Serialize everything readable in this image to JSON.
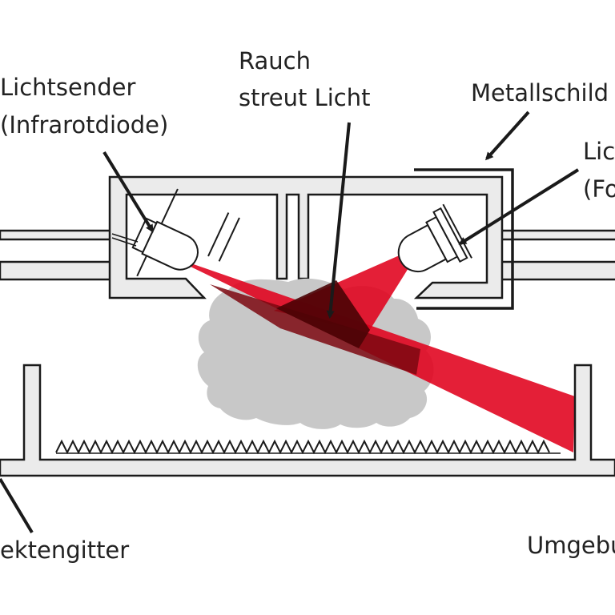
{
  "labels": {
    "smoke_line1": "Rauch",
    "smoke_line2": "streut Licht",
    "sender_line1": "Lichtsender",
    "sender_line2": "(Infrarotdiode)",
    "shield": "Metallschild",
    "receiver_line1": "Lic",
    "receiver_line2": "(Fo",
    "grid": "ektengitter",
    "environment": "Umgebu"
  },
  "colors": {
    "housing_fill": "#ebebeb",
    "outline": "#1a1a1a",
    "smoke": "#c8c8c8",
    "beam_red": "#e0001b",
    "beam_dark": "#7d0810",
    "beam_darkest": "#4a0306",
    "arrow": "#1a1a1a"
  }
}
